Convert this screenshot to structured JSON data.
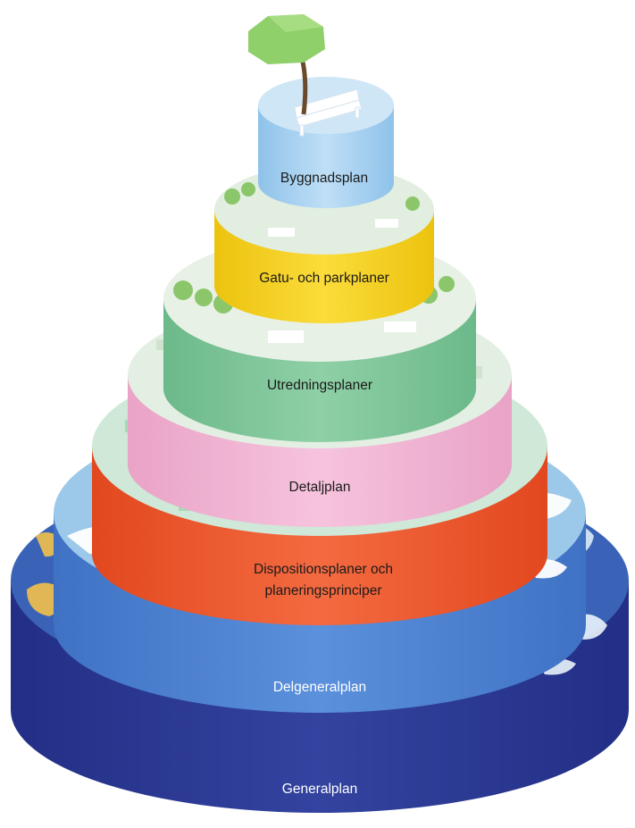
{
  "diagram": {
    "tiers": [
      {
        "id": "byggnadsplan",
        "label": "Byggnadsplan",
        "color": "#a9d3f0",
        "text_color": "#1a1a1a"
      },
      {
        "id": "gatu",
        "label": "Gatu- och parkplaner",
        "color": "#f6d21c",
        "text_color": "#1a1a1a"
      },
      {
        "id": "utredning",
        "label": "Utredningsplaner",
        "color": "#7fc69a",
        "text_color": "#1a1a1a"
      },
      {
        "id": "detaljplan",
        "label": "Detaljplan",
        "color": "#f0b7d4",
        "text_color": "#1a1a1a"
      },
      {
        "id": "disposition",
        "label_line1": "Dispositionsplaner och",
        "label_line2": "planeringsprinciper",
        "color": "#f05a33",
        "text_color": "#1a1a1a"
      },
      {
        "id": "delgeneralplan",
        "label": "Delgeneralplan",
        "color": "#4f86d6",
        "text_color": "#ffffff"
      },
      {
        "id": "generalplan",
        "label": "Generalplan",
        "color": "#2c3a9b",
        "text_color": "#ffffff"
      }
    ]
  }
}
